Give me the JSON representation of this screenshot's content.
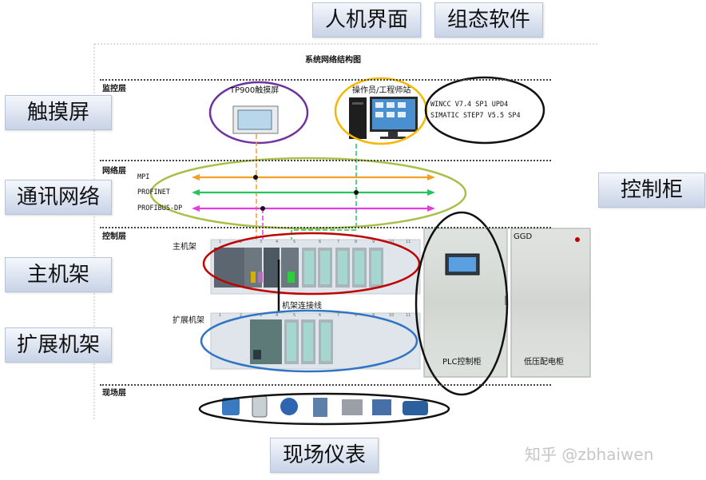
{
  "callouts": {
    "hmi": "人机界面",
    "config_software": "组态软件",
    "touchscreen": "触摸屏",
    "network": "通讯网络",
    "main_rack": "主机架",
    "expansion_rack": "扩展机架",
    "cabinet": "控制柜",
    "field": "现场仪表"
  },
  "diagram": {
    "title": "系统网络结构图",
    "layers": {
      "monitor": "监控层",
      "network": "网络层",
      "control": "控制层",
      "field": "现场层"
    },
    "tp900_label": "TP900触摸屏",
    "workstation_label": "操作员/工程师站",
    "software_line1": "WINCC V7.4 SP1 UPD4",
    "software_line2": "SIMATIC STEP7 V5.5 SP4",
    "networks": {
      "mpi": "MPI",
      "profinet": "PROFINET",
      "profibus": "PROFIBUS-DP"
    },
    "main_rack_label": "主机架",
    "expansion_rack_label": "扩展机架",
    "rack_link_label": "机架连接线",
    "slot_numbers": [
      "1",
      "2",
      "3",
      "4",
      "5",
      "6",
      "7",
      "8",
      "9",
      "10",
      "11"
    ],
    "plc_cabinet_label": "PLC控制柜",
    "lv_cabinet_label": "低压配电柜",
    "ggd_label": "GGD"
  },
  "colors": {
    "mpi": "#f5a020",
    "profinet": "#22c55e",
    "profibus": "#e53de0",
    "touch_ellipse": "#7030a0",
    "ws_ellipse": "#f5b800",
    "network_ellipse": "#a8c04a",
    "main_ellipse": "#c00000",
    "exp_ellipse": "#2f75c4"
  },
  "watermark": "知乎 @zbhaiwen"
}
